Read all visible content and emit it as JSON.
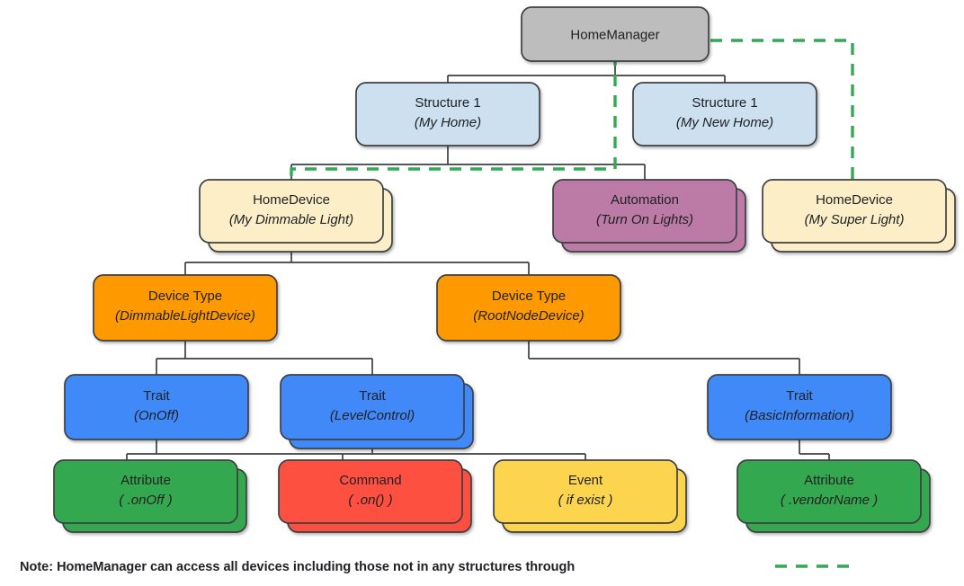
{
  "diagram": {
    "title": "HomeManager device hierarchy",
    "colors": {
      "gray": "#BDBDBD",
      "light_blue": "#CDE0F0",
      "cream": "#FCEFC8",
      "purple": "#BC7BA6",
      "orange": "#FF9900",
      "blue": "#4189F8",
      "green": "#34A84F",
      "red": "#FD5041",
      "yellow": "#FCD44E",
      "stroke": "#3C4043",
      "dashed_green": "#34A853",
      "text": "#202124"
    },
    "nodes": {
      "home_manager": {
        "label": "HomeManager",
        "sub": ""
      },
      "structure_1_my_home": {
        "label": "Structure 1",
        "sub": "(My Home)"
      },
      "structure_1_my_new_home": {
        "label": "Structure 1",
        "sub": "(My New Home)"
      },
      "home_device_dimmable": {
        "label": "HomeDevice",
        "sub": "(My Dimmable Light)"
      },
      "automation": {
        "label": "Automation",
        "sub": "(Turn On Lights)"
      },
      "home_device_super": {
        "label": "HomeDevice",
        "sub": "(My Super Light)"
      },
      "device_type_dimmable": {
        "label": "Device Type",
        "sub": "(DimmableLightDevice)"
      },
      "device_type_rootnode": {
        "label": "Device Type",
        "sub": "(RootNodeDevice)"
      },
      "trait_onoff": {
        "label": "Trait",
        "sub": "(OnOff)"
      },
      "trait_levelcontrol": {
        "label": "Trait",
        "sub": "(LevelControl)"
      },
      "trait_basicinformation": {
        "label": "Trait",
        "sub": "(BasicInformation)"
      },
      "attribute_onoff": {
        "label": "Attribute",
        "sub": "( .onOff )"
      },
      "command_on": {
        "label": "Command",
        "sub": "( .on() )"
      },
      "event_if_exist": {
        "label": "Event",
        "sub": "( if exist )"
      },
      "attribute_vendorname": {
        "label": "Attribute",
        "sub": "( .vendorName )"
      }
    },
    "footnote": {
      "text": "Note: HomeManager can access all devices including those not in any structures through"
    }
  }
}
